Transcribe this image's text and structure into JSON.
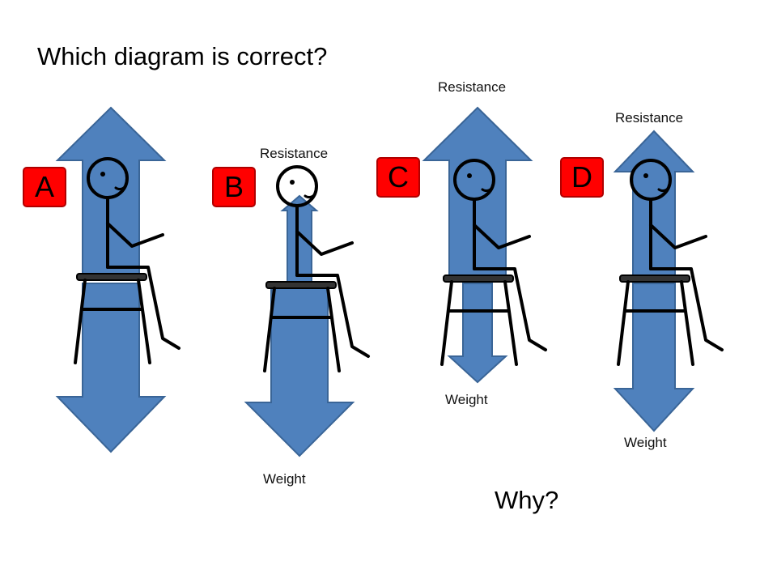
{
  "title": "Which diagram is correct?",
  "footer": "Why?",
  "colors": {
    "arrow_fill": "#4F81BD",
    "arrow_stroke": "#3A6597",
    "badge_fill": "#FF0000",
    "badge_border": "#B00000",
    "badge_text": "#000000",
    "stick": "#000000"
  },
  "diagrams": [
    {
      "id": "A",
      "resistance_label": "",
      "weight_label": ""
    },
    {
      "id": "B",
      "resistance_label": "Resistance",
      "weight_label": "Weight"
    },
    {
      "id": "C",
      "resistance_label": "Resistance",
      "weight_label": "Weight"
    },
    {
      "id": "D",
      "resistance_label": "Resistance",
      "weight_label": "Weight"
    }
  ]
}
